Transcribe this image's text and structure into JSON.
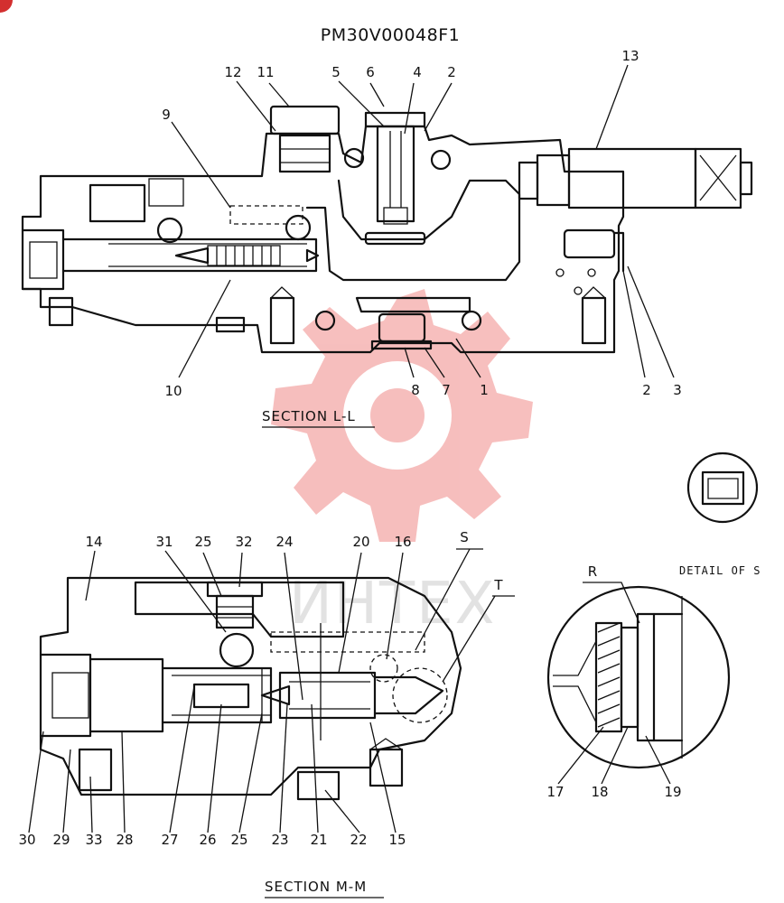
{
  "drawing_id": "PM30V00048F1",
  "watermark_text": "ИНТЕХ",
  "corner_marker": "",
  "section_ll": {
    "title": "SECTION  L-L",
    "callouts": [
      "12",
      "11",
      "5",
      "6",
      "4",
      "2",
      "13",
      "9",
      "10",
      "8",
      "7",
      "1",
      "2",
      "3"
    ]
  },
  "section_mm": {
    "title": "SECTION  M-M",
    "top_callouts": [
      "14",
      "31",
      "25",
      "32",
      "24",
      "20",
      "16",
      "S",
      "T"
    ],
    "bottom_callouts": [
      "30",
      "29",
      "33",
      "28",
      "27",
      "26",
      "25",
      "23",
      "21",
      "22",
      "15"
    ]
  },
  "detail_s": {
    "title": "DETAIL OF S",
    "label_r": "R",
    "callouts": [
      "17",
      "18",
      "19"
    ]
  }
}
